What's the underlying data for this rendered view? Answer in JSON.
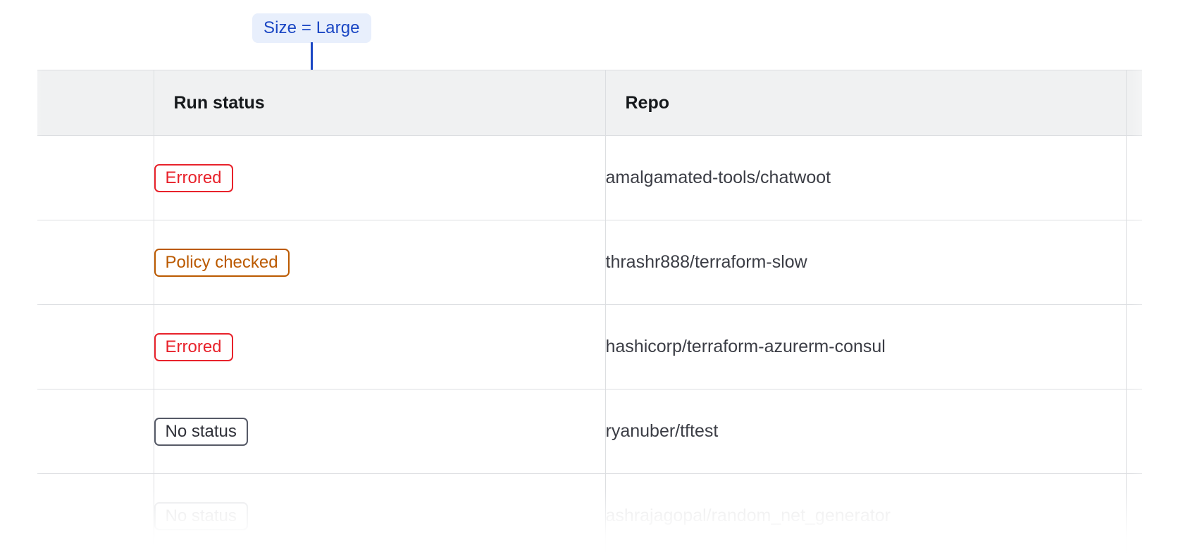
{
  "annotation": {
    "label": "Size = Large",
    "accent_color": "#1b47c4",
    "badge_bg": "#e8effc",
    "connector": "vertical-line-with-dot"
  },
  "table": {
    "header_bg": "#f0f1f2",
    "border_color": "#dcdee1",
    "columns": [
      {
        "key": "spacer",
        "label": ""
      },
      {
        "key": "run_status",
        "label": "Run status"
      },
      {
        "key": "repo",
        "label": "Repo"
      },
      {
        "key": "tail",
        "label": ""
      }
    ],
    "rows": [
      {
        "status": "Errored",
        "status_variant": "errored",
        "status_color": "#e8222b",
        "repo": "amalgamated-tools/chatwoot",
        "faded": false
      },
      {
        "status": "Policy checked",
        "status_variant": "policy-checked",
        "status_color": "#bb5a00",
        "repo": "thrashr888/terraform-slow",
        "faded": false
      },
      {
        "status": "Errored",
        "status_variant": "errored",
        "status_color": "#e8222b",
        "repo": "hashicorp/terraform-azurerm-consul",
        "faded": false
      },
      {
        "status": "No status",
        "status_variant": "no-status",
        "status_color": "#565a67",
        "repo": "ryanuber/tftest",
        "faded": false
      },
      {
        "status": "No status",
        "status_variant": "no-status",
        "status_color": "#565a67",
        "repo": "ashrajagopal/random_net_generator",
        "faded": true
      }
    ]
  }
}
